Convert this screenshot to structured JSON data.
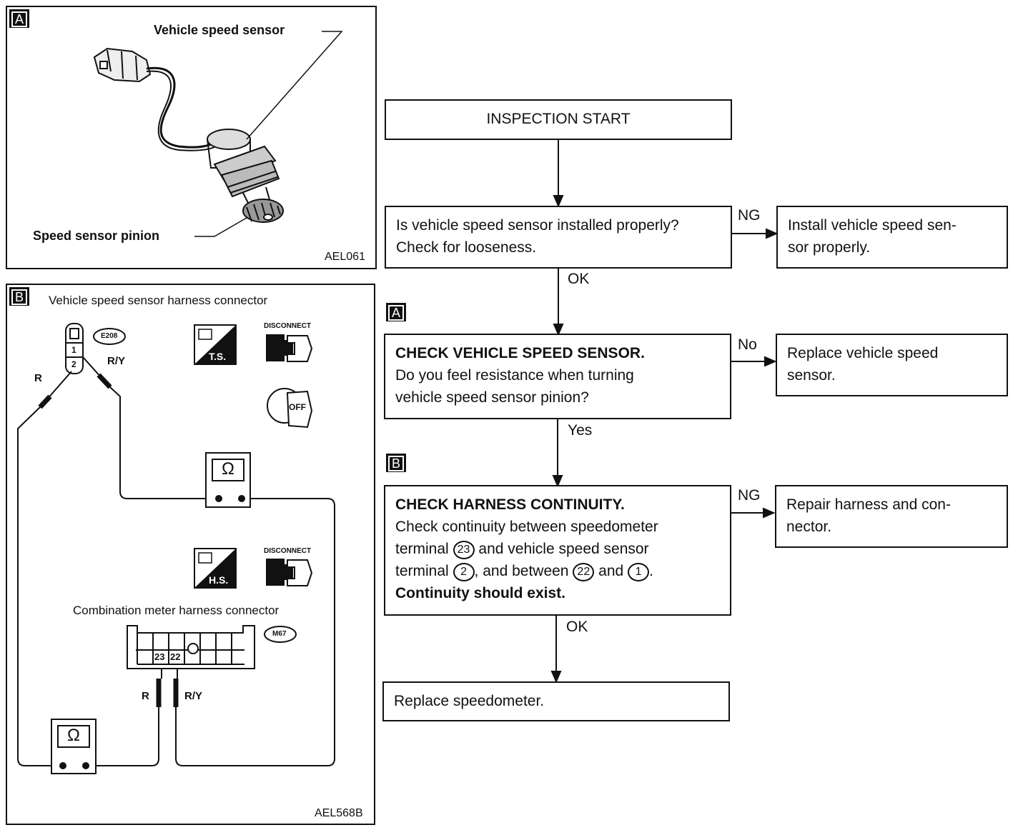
{
  "panel_a": {
    "tag": "A",
    "sensor_label": "Vehicle speed sensor",
    "pinion_label": "Speed sensor pinion",
    "code": "AEL061"
  },
  "panel_b": {
    "tag": "B",
    "title": "Vehicle speed sensor harness connector",
    "connector_code": "E208",
    "pin1": "1",
    "pin2": "2",
    "wire_r": "R",
    "wire_ry": "R/Y",
    "ts_label": "T.S.",
    "hs_label": "H.S.",
    "disconnect1": "DISCONNECT",
    "disconnect2": "DISCONNECT",
    "off_label": "OFF",
    "ohm1": "Ω",
    "ohm2": "Ω",
    "meter_title": "Combination meter harness connector",
    "meter_code": "M67",
    "term23": "23",
    "term22": "22",
    "wire_r2": "R",
    "wire_ry2": "R/Y",
    "code": "AEL568B"
  },
  "flow": {
    "start": "INSPECTION START",
    "q1_line1": "Is vehicle speed sensor installed properly?",
    "q1_line2": "Check for looseness.",
    "q1_ng": "NG",
    "q1_ng_action_line1": "Install vehicle speed sen-",
    "q1_ng_action_line2": "sor properly.",
    "q1_ok": "OK",
    "step_a_tag": "A",
    "step_a_title": "CHECK VEHICLE SPEED SENSOR.",
    "step_a_line1": "Do you feel resistance when turning",
    "step_a_line2": "vehicle speed sensor pinion?",
    "step_a_no": "No",
    "step_a_no_action_line1": "Replace vehicle speed",
    "step_a_no_action_line2": "sensor.",
    "step_a_yes": "Yes",
    "step_b_tag": "B",
    "step_b_title": "CHECK HARNESS CONTINUITY.",
    "step_b_line1": "Check continuity between speedometer",
    "step_b_l2a": "terminal",
    "step_b_c23": "23",
    "step_b_l2b": "and vehicle speed sensor",
    "step_b_l3a": "terminal",
    "step_b_c2": "2",
    "step_b_l3b": ", and between",
    "step_b_c22": "22",
    "step_b_l3c": "and",
    "step_b_c1": "1",
    "step_b_l3d": ".",
    "step_b_line4": "Continuity should exist.",
    "step_b_ng": "NG",
    "step_b_ng_action_line1": "Repair harness and con-",
    "step_b_ng_action_line2": "nector.",
    "step_b_ok": "OK",
    "final": "Replace speedometer."
  }
}
